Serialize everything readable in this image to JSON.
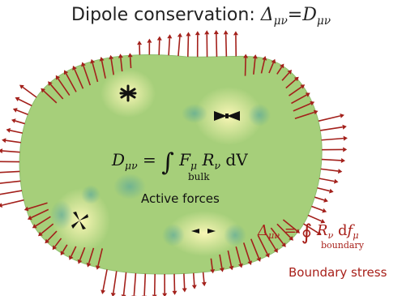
{
  "title": {
    "text": "Dipole conservation: ",
    "lhs": "Δ",
    "lhs_sub": "μν",
    "eq": "=",
    "rhs": "D",
    "rhs_sub": "μν"
  },
  "bulk_equation": {
    "lhs": "D",
    "lhs_sub": "μν",
    "eq": "=",
    "integral": "∫",
    "limit": "bulk",
    "f": "F",
    "f_sub": "μ",
    "r": "R",
    "r_sub": "ν",
    "dv": "dV"
  },
  "active_label": "Active forces",
  "boundary_equation": {
    "lhs": "Δ",
    "lhs_sub": "μν",
    "eq": "=",
    "integral": "∮",
    "limit": "boundary",
    "r": "R",
    "r_sub": "ν",
    "df": "d",
    "f": "f",
    "f_sub": "μ"
  },
  "boundary_label": "Boundary stress",
  "colors": {
    "cell_fill": "#a6cf7a",
    "cell_dark": "#7fb98a",
    "highlight": "#f6f0a0",
    "arrow": "#a3201b",
    "text": "#111111",
    "boundary_text": "#a8201a"
  },
  "icons": [
    "asterisk-force-icon",
    "bowtie-force-icon",
    "pinwheel-force-icon",
    "dipole-arrows-icon",
    "boundary-traction-arrow-icon"
  ]
}
